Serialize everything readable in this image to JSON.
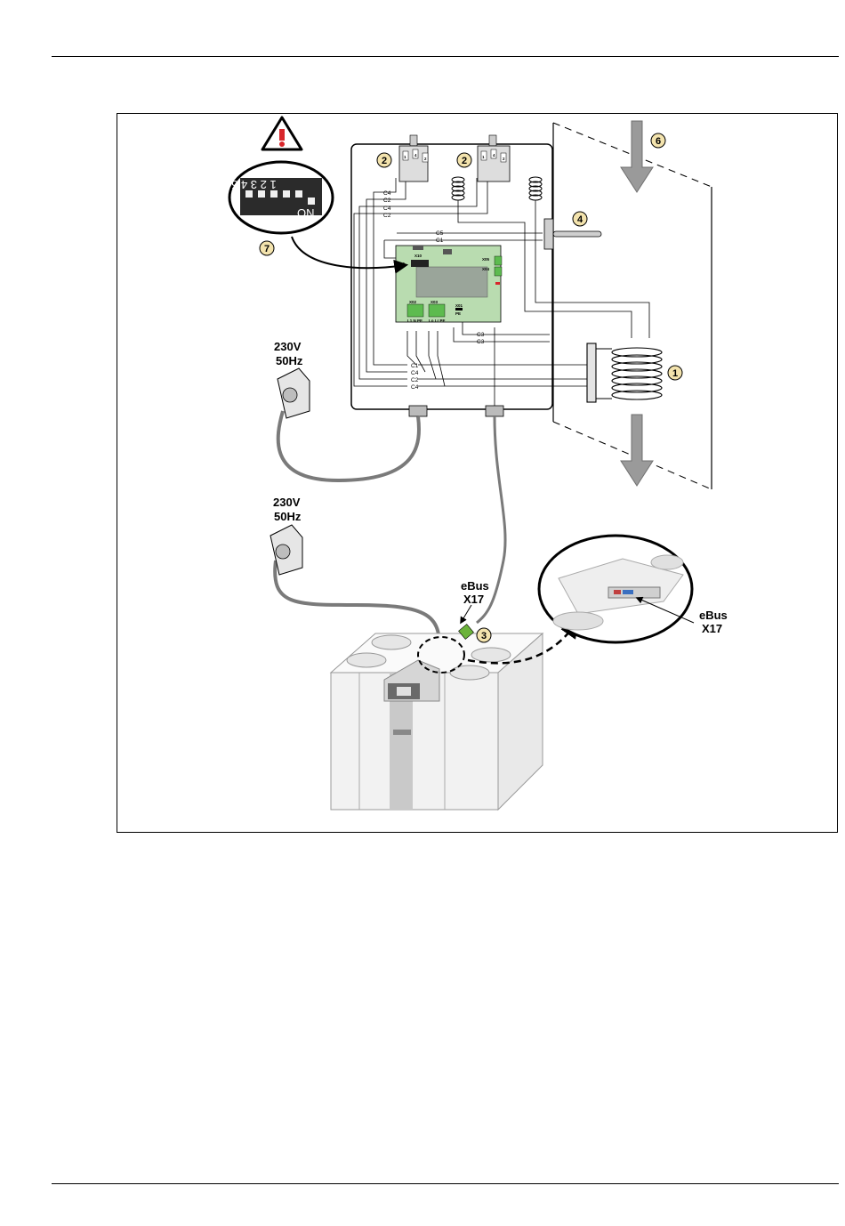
{
  "power_labels": {
    "voltage": "230V",
    "frequency": "50Hz"
  },
  "ebus_label": {
    "name": "eBus",
    "port": "X17"
  },
  "dip_switch": {
    "numbers": "1 2 3 4 5 6",
    "on_label": "ON"
  },
  "callouts": [
    "1",
    "2",
    "2",
    "3",
    "4",
    "6",
    "7"
  ],
  "wire_labels": {
    "upper_left": [
      "C4",
      "C2",
      "C4",
      "C2"
    ],
    "board_top": [
      "C5",
      "C1"
    ],
    "right": [
      "C3",
      "C3"
    ],
    "lower_left": [
      "C1",
      "C4",
      "C2",
      "C4"
    ]
  },
  "board_labels": {
    "x10": "X10",
    "x09": "X09",
    "x05": "X05",
    "x04": "X04",
    "x02": "X02",
    "x03": "X03",
    "x01": "X01",
    "x02_pins": "L1 N PE",
    "x03_pins": "Lo Lr PE",
    "x01_pin": "PE"
  },
  "switch_terminals": [
    "1",
    "4",
    "2"
  ],
  "colors": {
    "board": "#b9dcb0",
    "connector": "#5dbb4f",
    "callout": "#f3e3ad",
    "ebus_plug": "#6bb33a",
    "arrow": "#9a9a9a",
    "unit": "#f2f2f2",
    "cable": "#7a7a7a"
  }
}
